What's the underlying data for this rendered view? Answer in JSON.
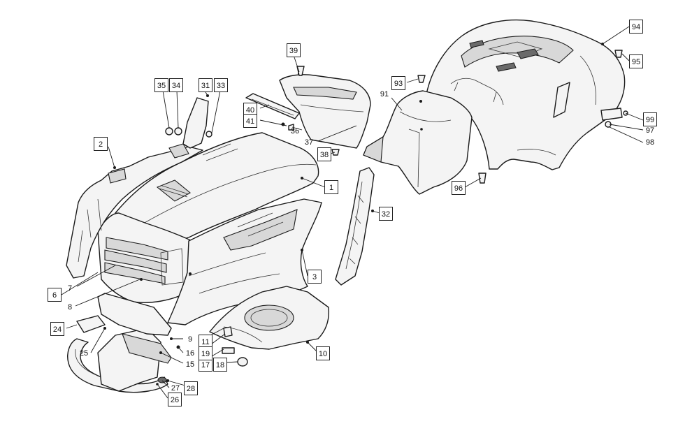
{
  "callouts": [
    "1",
    "2",
    "3",
    "6",
    "7",
    "8",
    "9",
    "10",
    "11",
    "15",
    "16",
    "17",
    "18",
    "19",
    "24",
    "25",
    "26",
    "27",
    "28",
    "31",
    "32",
    "33",
    "34",
    "35",
    "36",
    "37",
    "38",
    "39",
    "40",
    "41",
    "91",
    "93",
    "94",
    "95",
    "96",
    "97",
    "98",
    "99"
  ]
}
